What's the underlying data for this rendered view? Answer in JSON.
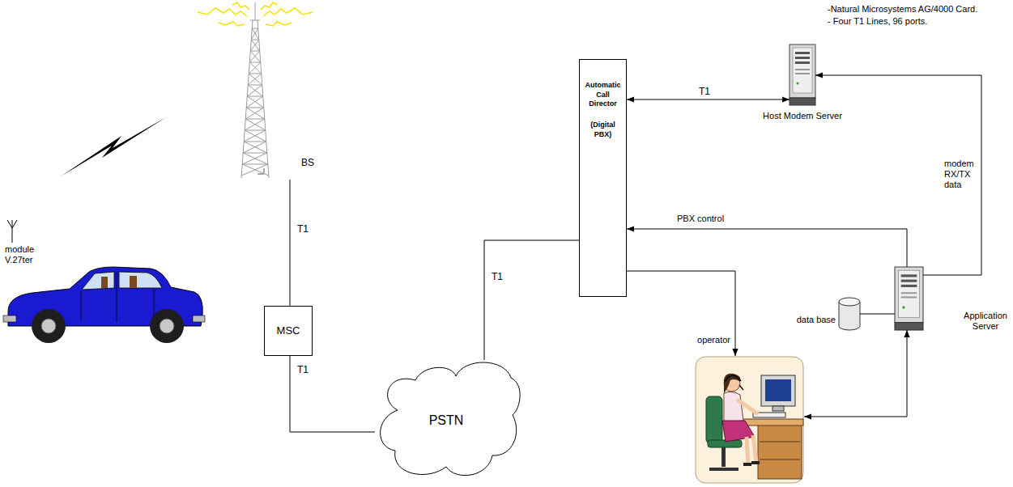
{
  "diagram": {
    "nodes": [
      {
        "text": [
          "BS"
        ]
      },
      {
        "text": [
          "MSC"
        ]
      },
      {
        "text": [
          "PSTN"
        ]
      },
      {
        "text": [
          "Automatic Call Director",
          "(Digital PBX)"
        ]
      },
      {
        "text": [
          "Host Modem Server"
        ]
      },
      {
        "text": [
          "data base"
        ]
      },
      {
        "text": [
          "Application Server"
        ]
      },
      {
        "text": [
          "operator"
        ]
      }
    ],
    "edges": [
      {
        "from": 0,
        "to": 1,
        "arrow": "none",
        "label": "T1"
      },
      {
        "from": 1,
        "to": 2,
        "arrow": "none",
        "label": "T1"
      },
      {
        "from": 2,
        "to": 3,
        "arrow": "none",
        "label": "T1"
      },
      {
        "from": 3,
        "to": 4,
        "arrow": "both",
        "label": "T1"
      },
      {
        "from": 6,
        "to": 4,
        "arrow": "to",
        "label": "modem RX/TX data"
      },
      {
        "from": 6,
        "to": 3,
        "arrow": "to",
        "label": "PBX control"
      },
      {
        "from": 3,
        "to": 7,
        "arrow": "to"
      },
      {
        "from": 6,
        "to": 7,
        "arrow": "both"
      },
      {
        "from": 5,
        "to": 6,
        "arrow": "none"
      }
    ],
    "labels": [
      "module V.27ter",
      "-Natural Microsystems AG/4000 Card.",
      "- Four T1 Lines, 96 ports."
    ]
  }
}
